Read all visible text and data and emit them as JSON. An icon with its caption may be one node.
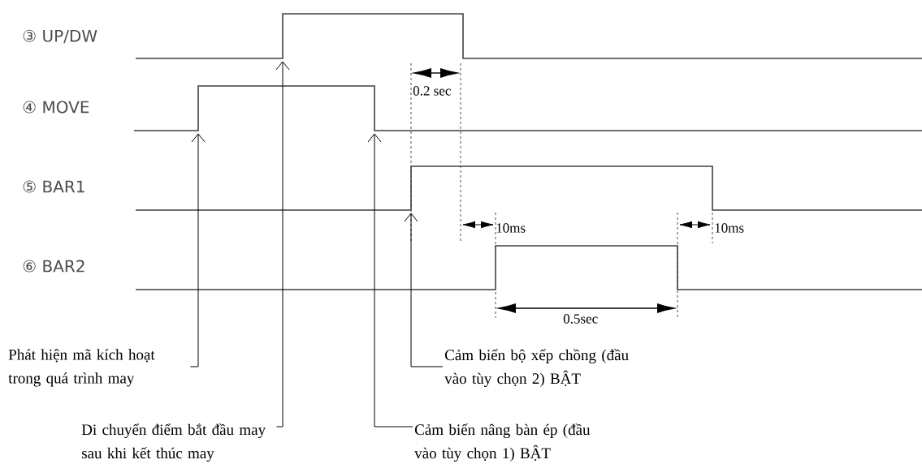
{
  "diagram": {
    "nodes": [
      {
        "text": [],
        "shape": "line"
      },
      {
        "text": [],
        "shape": "line"
      },
      {
        "text": [],
        "shape": "line"
      },
      {
        "text": [],
        "shape": "line"
      },
      {
        "text": [
          "Phát hiện mã kích hoạt trong quá trình may"
        ]
      },
      {
        "text": [
          "Di chuyển điểm bắt đầu may sau khi kết thúc may"
        ]
      },
      {
        "text": [
          "Cảm biến bộ xếp chồng (đầu vào tùy chọn 2) BẬT"
        ]
      },
      {
        "text": [
          "Cảm biến nâng bàn ép (đầu vào tùy chọn 1) BẬT"
        ]
      }
    ],
    "edges": [
      {
        "from": 4,
        "to": 1,
        "arrow": "to"
      },
      {
        "from": 5,
        "to": 0,
        "arrow": "to"
      },
      {
        "from": 6,
        "to": 2,
        "arrow": "to"
      },
      {
        "from": 7,
        "to": 1,
        "arrow": "to"
      }
    ],
    "labels": [
      "③ UP/DW",
      "④ MOVE",
      "0.2 sec",
      "⑤ BAR1",
      "10ms",
      "10ms",
      "⑥ BAR2",
      "0.5sec"
    ]
  }
}
